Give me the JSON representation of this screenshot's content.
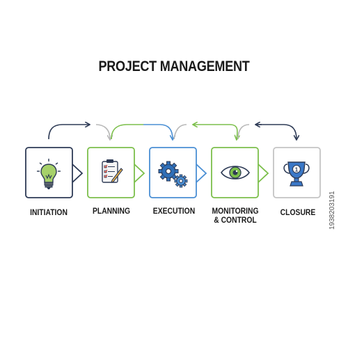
{
  "title": "PROJECT MANAGEMENT",
  "stages": [
    {
      "label_line1": "INITIATION",
      "label_line2": "",
      "icon": "lightbulb-icon",
      "color": "#2d3a55"
    },
    {
      "label_line1": "PLANNING",
      "label_line2": "",
      "icon": "clipboard-checklist-icon",
      "color": "#7cbf4b"
    },
    {
      "label_line1": "EXECUTION",
      "label_line2": "",
      "icon": "gears-icon",
      "color": "#4a8fd4"
    },
    {
      "label_line1": "MONITORING",
      "label_line2": "& CONTROL",
      "icon": "eye-icon",
      "color": "#7cbf4b"
    },
    {
      "label_line1": "CLOSURE",
      "label_line2": "",
      "icon": "trophy-icon",
      "color": "#b8b8b8"
    }
  ],
  "connector_colors": {
    "navy": "#2d3a55",
    "green": "#7cbf4b",
    "blue": "#4a8fd4",
    "gray": "#b8b8b8"
  },
  "watermark": {
    "side_id": "1938203191"
  }
}
